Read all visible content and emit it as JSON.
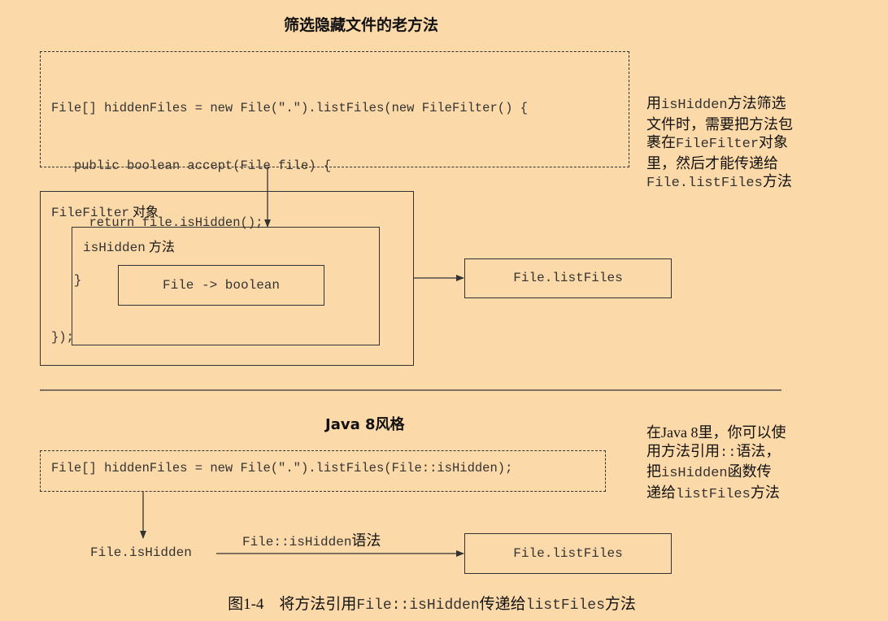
{
  "top": {
    "title": "筛选隐藏文件的老方法",
    "code_lines": [
      "File[] hiddenFiles = new File(\".\").listFiles(new FileFilter() {",
      "   public boolean accept(File file) {",
      "     return file.isHidden();",
      "   }",
      "});"
    ],
    "annotation": [
      [
        {
          "t": "用",
          "m": false
        },
        {
          "t": "isHidden",
          "m": true
        },
        {
          "t": "方法筛选",
          "m": false
        }
      ],
      [
        {
          "t": "文件时，需要把方法包",
          "m": false
        }
      ],
      [
        {
          "t": "裹在",
          "m": false
        },
        {
          "t": "FileFilter",
          "m": true
        },
        {
          "t": "对象",
          "m": false
        }
      ],
      [
        {
          "t": "里，然后才能传递给",
          "m": false
        }
      ],
      [
        {
          "t": "File.listFiles",
          "m": true
        },
        {
          "t": "方法",
          "m": false
        }
      ]
    ],
    "outer_box_label_mono": "FileFilter",
    "outer_box_label_cn": "对象",
    "middle_box_label_mono": "isHidden",
    "middle_box_label_cn": "方法",
    "inner_box_label": "File -> boolean",
    "target_box_label": "File.listFiles"
  },
  "bottom": {
    "title": "Java 8风格",
    "code_line": "File[] hiddenFiles = new File(\".\").listFiles(File::isHidden);",
    "annotation": [
      [
        {
          "t": "在Java 8里，你可以使",
          "m": false
        }
      ],
      [
        {
          "t": "用方法引用",
          "m": false
        },
        {
          "t": "::",
          "m": true
        },
        {
          "t": "语法，",
          "m": false
        }
      ],
      [
        {
          "t": "把",
          "m": false
        },
        {
          "t": "isHidden",
          "m": true
        },
        {
          "t": "函数传",
          "m": false
        }
      ],
      [
        {
          "t": "递给",
          "m": false
        },
        {
          "t": "listFiles",
          "m": true
        },
        {
          "t": "方法",
          "m": false
        }
      ]
    ],
    "source_label": "File.isHidden",
    "arrow_label_mono": "File::isHidden",
    "arrow_label_cn": "语法",
    "target_box_label": "File.listFiles"
  },
  "caption": {
    "prefix": "图1-4　将方法引用",
    "m1": "File::isHidden",
    "mid": "传递给",
    "m2": "listFiles",
    "suffix": "方法"
  },
  "colors": {
    "background": "#fcd9a8",
    "line": "#333333"
  }
}
